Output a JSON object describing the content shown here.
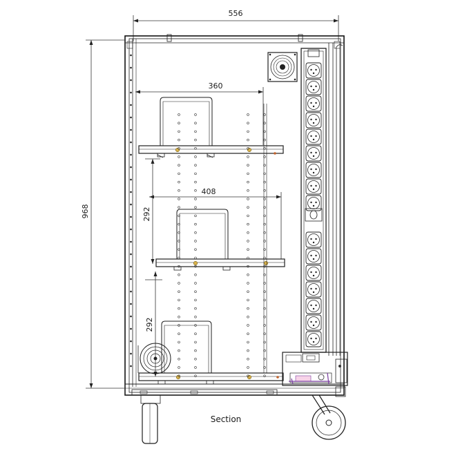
{
  "drawing": {
    "caption": "Section",
    "dimensions": {
      "overall_width": "556",
      "overall_height": "968",
      "shelf_top_width": "360",
      "shelf_mid_width": "408",
      "spacing_upper": "292",
      "spacing_lower": "292"
    },
    "socket_strip": {
      "upper_count": 9,
      "lower_count": 7
    },
    "colors": {
      "line": "#1f1f1f",
      "shelf_pin": "#d9b24c",
      "accent_purple": "#7b3fa0"
    }
  }
}
